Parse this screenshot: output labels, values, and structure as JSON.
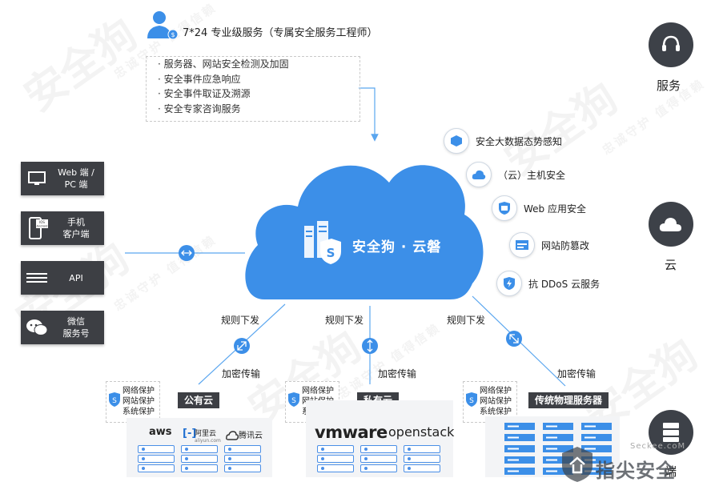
{
  "service": {
    "title": "7*24 专业级服务（专属安全服务工程师）",
    "items": [
      "服务器、网站安全检测及加固",
      "安全事件应急响应",
      "安全事件取证及溯源",
      "安全专家咨询服务"
    ]
  },
  "clients": [
    {
      "icon": "monitor-icon",
      "lines": [
        "Web 端 /",
        "PC 端"
      ]
    },
    {
      "icon": "mobile-icon",
      "lines": [
        "手机",
        "客户端"
      ],
      "badge": [
        "IOS",
        "Android"
      ]
    },
    {
      "icon": "api-icon",
      "lines": [
        "API",
        ""
      ]
    },
    {
      "icon": "wechat-icon",
      "lines": [
        "微信",
        "服务号"
      ]
    }
  ],
  "cloud": {
    "label": "安全狗 · 云磐",
    "icon_letter": "S"
  },
  "features": [
    {
      "icon": "data-cube-icon",
      "label": "安全大数据态势感知"
    },
    {
      "icon": "cloud-icon",
      "label": "（云）主机安全"
    },
    {
      "icon": "web-shield-icon",
      "label": "Web 应用安全"
    },
    {
      "icon": "web-page-icon",
      "label": "网站防篡改"
    },
    {
      "icon": "ddos-shield-icon",
      "label": "抗 DDoS 云服务"
    }
  ],
  "side": {
    "service": "服务",
    "cloud": "云",
    "endpoint": "端"
  },
  "links": {
    "rule": "规则下发",
    "encrypt": "加密传输"
  },
  "protect": [
    "网络保护",
    "网站保护",
    "系统保护"
  ],
  "deployments": {
    "public": {
      "label": "公有云",
      "brands": {
        "aws": "aws",
        "aliyun_top": "阿里云",
        "aliyun_sub": "aliyun.com",
        "tencent": "腾讯云"
      }
    },
    "private": {
      "label": "私有云",
      "brands": {
        "vmware": "vmware",
        "openstack": "openstack"
      }
    },
    "physical": {
      "label": "传统物理服务器"
    }
  },
  "watermarks": {
    "brand": "安全狗",
    "slogan": "忠诚守护 值得信赖"
  },
  "corner": {
    "site": "Seckee.coM",
    "name": "指尖安全"
  },
  "colors": {
    "cloud": "#3c8fe8",
    "dark": "#3d3f44",
    "line": "#5aa6ef"
  }
}
